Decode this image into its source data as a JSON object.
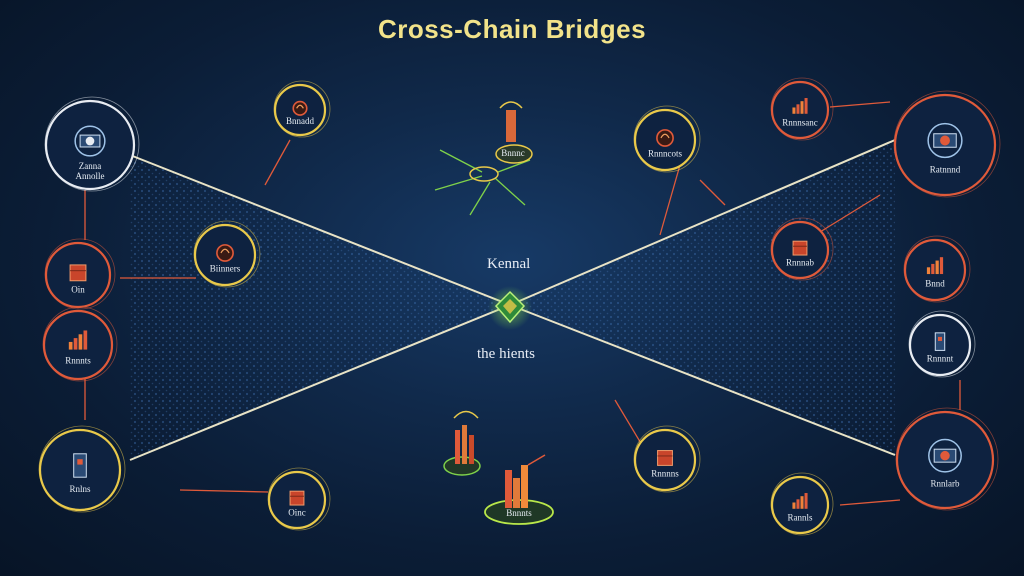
{
  "title": "Cross-Chain Bridges",
  "center": {
    "upper_label": "Kennal",
    "lower_label": "the hients"
  },
  "nodes": [
    {
      "id": "n1",
      "label": "Zanna",
      "sublabel": "Annolle",
      "ring": "#e8ecf2"
    },
    {
      "id": "n2",
      "label": "Oin",
      "ring": "#e05a3a"
    },
    {
      "id": "n3",
      "label": "Rnnnts",
      "ring": "#e05a3a"
    },
    {
      "id": "n4",
      "label": "Rnlns",
      "ring": "#e9c94a"
    },
    {
      "id": "n5",
      "label": "Bnnadd",
      "ring": "#e9c94a"
    },
    {
      "id": "n6",
      "label": "Biinners",
      "ring": "#e9c94a"
    },
    {
      "id": "n7",
      "label": "Oinc",
      "ring": "#e9c94a"
    },
    {
      "id": "n8",
      "label": "Bnnnc",
      "ring": "#e9c94a"
    },
    {
      "id": "n9",
      "label": "Rnnncots",
      "ring": "#e9c94a"
    },
    {
      "id": "n10",
      "label": "Rnnnsanc",
      "ring": "#e05a3a"
    },
    {
      "id": "n11",
      "label": "Rnnnab",
      "ring": "#e05a3a"
    },
    {
      "id": "n12",
      "label": "Bnnd",
      "ring": "#e05a3a"
    },
    {
      "id": "n13",
      "label": "Ratnnnd",
      "ring": "#e05a3a"
    },
    {
      "id": "n14",
      "label": "Rnnnnt",
      "ring": "#e8ecf2"
    },
    {
      "id": "n15",
      "label": "Rnnlarb",
      "ring": "#e05a3a"
    },
    {
      "id": "n16",
      "label": "Rannls",
      "ring": "#e9c94a"
    },
    {
      "id": "n17",
      "label": "Rnnnns",
      "ring": "#e9c94a"
    },
    {
      "id": "n18",
      "label": "Bnnnts",
      "ring": "#e9c94a"
    }
  ],
  "colors": {
    "gold": "#e9c94a",
    "orange": "#e05a3a",
    "white": "#e8ecf2",
    "green": "#7fd24a"
  }
}
